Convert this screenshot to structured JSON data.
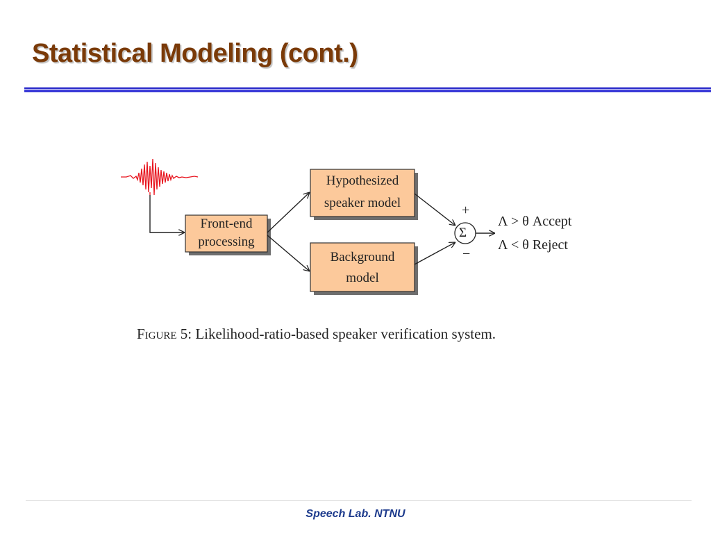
{
  "slide": {
    "title": "Statistical Modeling (cont.)",
    "footer": "Speech Lab. NTNU"
  },
  "diagram": {
    "boxes": {
      "frontend": [
        "Front-end",
        "processing"
      ],
      "hypothesized": [
        "Hypothesized",
        "speaker model"
      ],
      "background": [
        "Background",
        "model"
      ]
    },
    "summation_symbol": "Σ",
    "plus_sign": "+",
    "minus_sign": "−",
    "decisions": {
      "accept": "Λ > θ Accept",
      "reject": "Λ < θ Reject"
    },
    "caption": {
      "label": "Figure 5:",
      "text": "Likelihood-ratio-based speaker verification system."
    }
  },
  "colors": {
    "title": "#7a3a08",
    "title_rule": "#2626c8",
    "box_fill": "#fcc99b",
    "waveform": "#e8141e",
    "footer_text": "#1c3a8c"
  }
}
